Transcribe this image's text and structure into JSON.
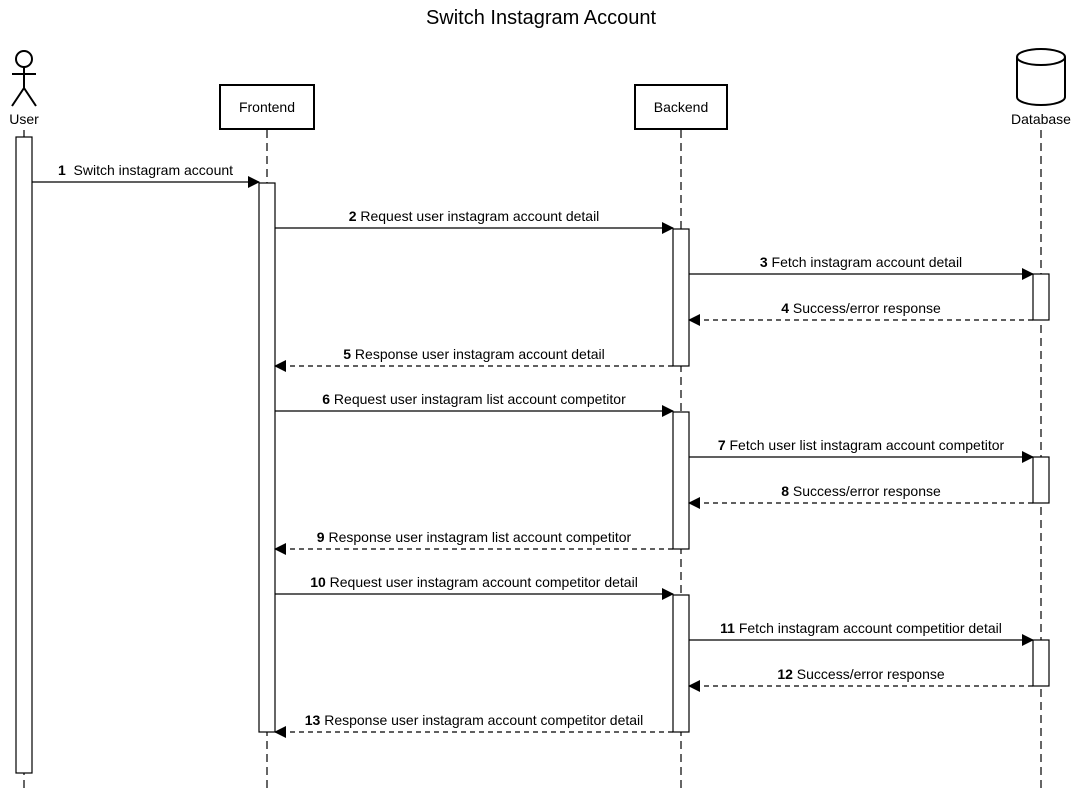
{
  "diagram": {
    "title": "Switch Instagram Account",
    "participants": [
      {
        "id": "user",
        "label": "User",
        "kind": "actor"
      },
      {
        "id": "frontend",
        "label": "Frontend",
        "kind": "box"
      },
      {
        "id": "backend",
        "label": "Backend",
        "kind": "box"
      },
      {
        "id": "database",
        "label": "Database",
        "kind": "database"
      }
    ],
    "messages": [
      {
        "num": "1",
        "text": "Switch instagram account",
        "from": "user",
        "to": "frontend",
        "style": "sync"
      },
      {
        "num": "2",
        "text": "Request user instagram account detail",
        "from": "frontend",
        "to": "backend",
        "style": "sync"
      },
      {
        "num": "3",
        "text": "Fetch instagram account detail",
        "from": "backend",
        "to": "database",
        "style": "sync"
      },
      {
        "num": "4",
        "text": "Success/error response",
        "from": "database",
        "to": "backend",
        "style": "return"
      },
      {
        "num": "5",
        "text": "Response user instagram account detail",
        "from": "backend",
        "to": "frontend",
        "style": "return"
      },
      {
        "num": "6",
        "text": "Request user instagram list account competitor",
        "from": "frontend",
        "to": "backend",
        "style": "sync"
      },
      {
        "num": "7",
        "text": "Fetch user list instagram account competitor",
        "from": "backend",
        "to": "database",
        "style": "sync"
      },
      {
        "num": "8",
        "text": "Success/error response",
        "from": "database",
        "to": "backend",
        "style": "return"
      },
      {
        "num": "9",
        "text": "Response user instagram list account competitor",
        "from": "backend",
        "to": "frontend",
        "style": "return"
      },
      {
        "num": "10",
        "text": "Request user instagram account competitor detail",
        "from": "frontend",
        "to": "backend",
        "style": "sync"
      },
      {
        "num": "11",
        "text": "Fetch instagram account competitior detail",
        "from": "backend",
        "to": "database",
        "style": "sync"
      },
      {
        "num": "12",
        "text": "Success/error response",
        "from": "database",
        "to": "backend",
        "style": "return"
      },
      {
        "num": "13",
        "text": "Response user instagram account competitor detail",
        "from": "backend",
        "to": "frontend",
        "style": "return"
      }
    ],
    "colors": {
      "line": "#000000",
      "background": "#ffffff"
    }
  }
}
